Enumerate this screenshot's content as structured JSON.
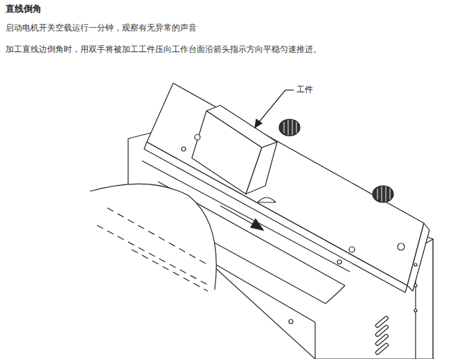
{
  "diagram": {
    "title": "直线倒角",
    "labels": [
      "启动电机开关空载运行一分钟，观察有无异常的声音",
      "加工直线边倒角时，用双手将被加工工件压向工作台面沿箭头指示方向平稳匀速推进。",
      "工件"
    ]
  }
}
